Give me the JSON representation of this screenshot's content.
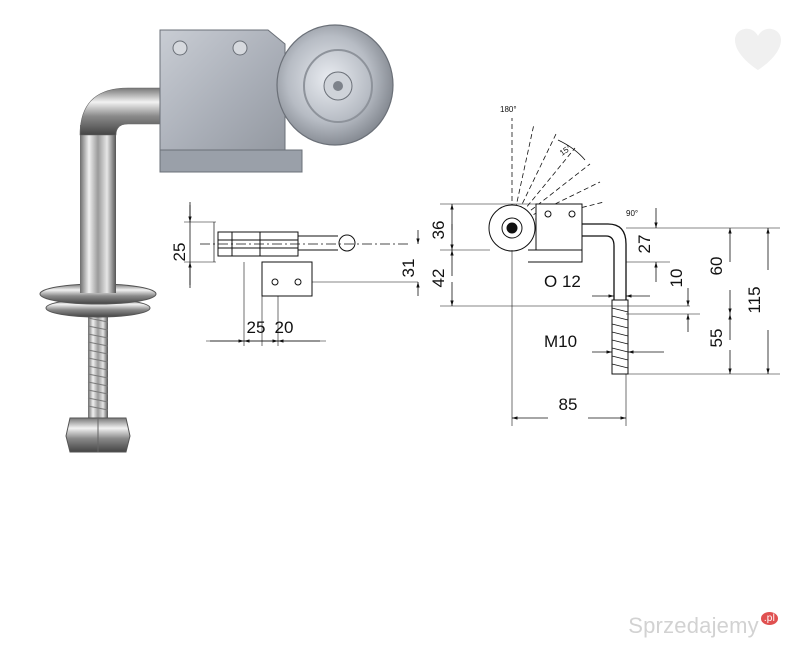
{
  "photo": {
    "alt": "chrome bracket with roller"
  },
  "drawing": {
    "angles": {
      "a180": "180°",
      "a15": "15°",
      "a90": "90°"
    },
    "side_view": {
      "h25": "25",
      "w25": "25",
      "w20": "20"
    },
    "front_view": {
      "d36": "36",
      "d31": "31",
      "d42": "42",
      "d27": "27",
      "d60": "60",
      "d115": "115",
      "d10": "10",
      "d55": "55",
      "dia12": "O 12",
      "thread": "M10",
      "w85": "85"
    }
  },
  "watermark": {
    "text": "Sprzedajemy",
    "suffix": ".pl"
  }
}
